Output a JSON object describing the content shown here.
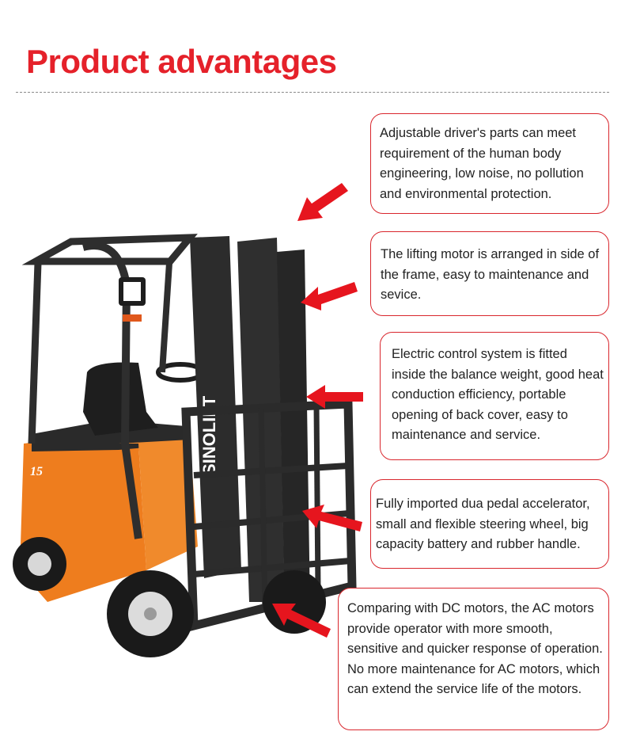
{
  "header": {
    "title": "Product advantages"
  },
  "callouts": [
    {
      "text": "Adjustable driver's parts can meet requirement of the human body engineering, low noise, no pollution and environmental protection."
    },
    {
      "text": "The lifting motor is arranged in side of the frame, easy to maintenance and sevice."
    },
    {
      "text": "Electric control system is fitted inside the balance weight, good heat conduction efficiency, portable opening of back cover, easy to maintenance and service."
    },
    {
      "text": "Fully imported dua pedal accelerator, small and flexible steering wheel, big capacity battery and rubber handle."
    },
    {
      "text": "Comparing with DC motors, the AC motors provide operator with more smooth, sensitive and quicker response of operation. No more maintenance for AC motors, which can extend the service life of the motors."
    }
  ],
  "forklift": {
    "brand": "SINOLIFT",
    "model": "15",
    "body_color": "#ee7d1e",
    "frame_color": "#2e2e2e"
  },
  "colors": {
    "accent": "#e5212a",
    "callout_border": "#d9262d",
    "arrow": "#e6151e"
  }
}
